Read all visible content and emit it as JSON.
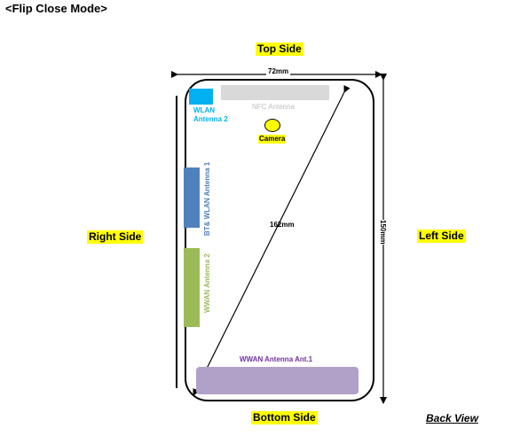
{
  "title": "<Flip Close Mode>",
  "sides": {
    "top": "Top Side",
    "bottom": "Bottom Side",
    "right": "Right Side",
    "left": "Left Side"
  },
  "dimensions": {
    "width": "72mm",
    "height": "150mm",
    "diagonal": "162mm"
  },
  "components": {
    "wlan2": "WLAN\nAntenna 2",
    "nfc": "NFC Antenna",
    "camera": "Camera",
    "bt_wlan1": "BT& WLAN Antenna 1",
    "wwan2": "WWAN Antenna 2",
    "wwan1": "WWAN Antenna Ant.1"
  },
  "view": "Back View",
  "colors": {
    "highlight": "#ffff00",
    "wlan": "#00b0f0",
    "bt": "#4f81bd",
    "wwan2": "#9bbb59",
    "wwan1": "#b1a0c7",
    "nfc": "#d9d9d9"
  }
}
